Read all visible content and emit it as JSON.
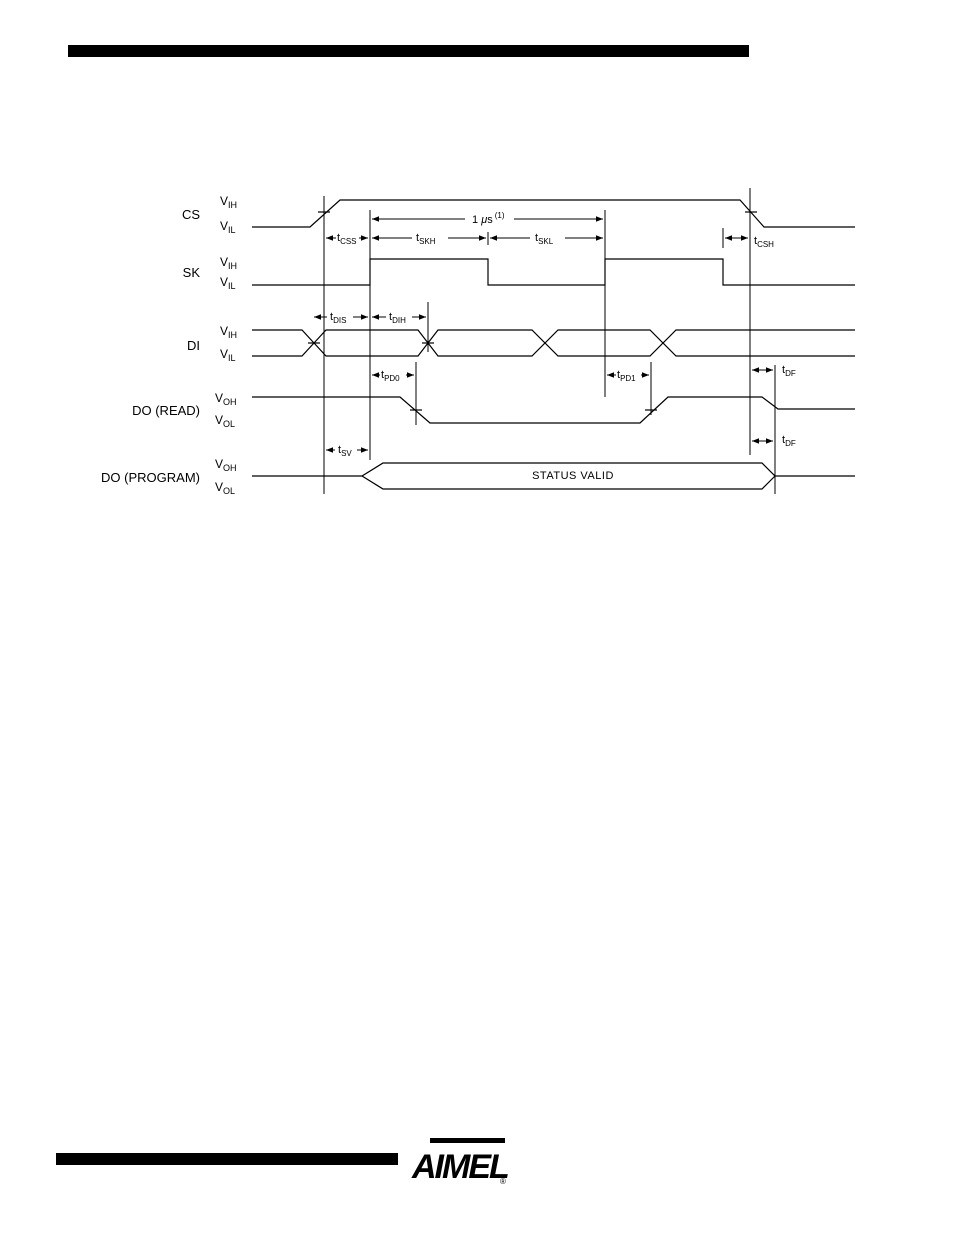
{
  "signals": [
    {
      "id": "cs",
      "label": "CS",
      "levels": [
        "V",
        "IH",
        "V",
        "IL"
      ]
    },
    {
      "id": "sk",
      "label": "SK",
      "levels": [
        "V",
        "IH",
        "V",
        "IL"
      ]
    },
    {
      "id": "di",
      "label": "DI",
      "levels": [
        "V",
        "IH",
        "V",
        "IL"
      ]
    },
    {
      "id": "do_read",
      "label": "DO (READ)",
      "levels": [
        "V",
        "OH",
        "V",
        "OL"
      ]
    },
    {
      "id": "do_program",
      "label": "DO (PROGRAM)",
      "levels": [
        "V",
        "OH",
        "V",
        "OL"
      ]
    }
  ],
  "timings": {
    "period": {
      "prefix": "1 ",
      "mu": "μ",
      "unit": "s",
      "note": "(1)"
    },
    "tcss": {
      "t": "t",
      "sub": "CSS"
    },
    "tskh": {
      "t": "t",
      "sub": "SKH"
    },
    "tskl": {
      "t": "t",
      "sub": "SKL"
    },
    "tcsh": {
      "t": "t",
      "sub": "CSH"
    },
    "tdis": {
      "t": "t",
      "sub": "DIS"
    },
    "tdih": {
      "t": "t",
      "sub": "DIH"
    },
    "tpd0": {
      "t": "t",
      "sub": "PD0"
    },
    "tpd1": {
      "t": "t",
      "sub": "PD1"
    },
    "tdf1": {
      "t": "t",
      "sub": "DF"
    },
    "tdf2": {
      "t": "t",
      "sub": "DF"
    },
    "tsv": {
      "t": "t",
      "sub": "SV"
    }
  },
  "status_text": "STATUS  VALID",
  "logo": {
    "text": "AIMEL",
    "registered": "®"
  }
}
